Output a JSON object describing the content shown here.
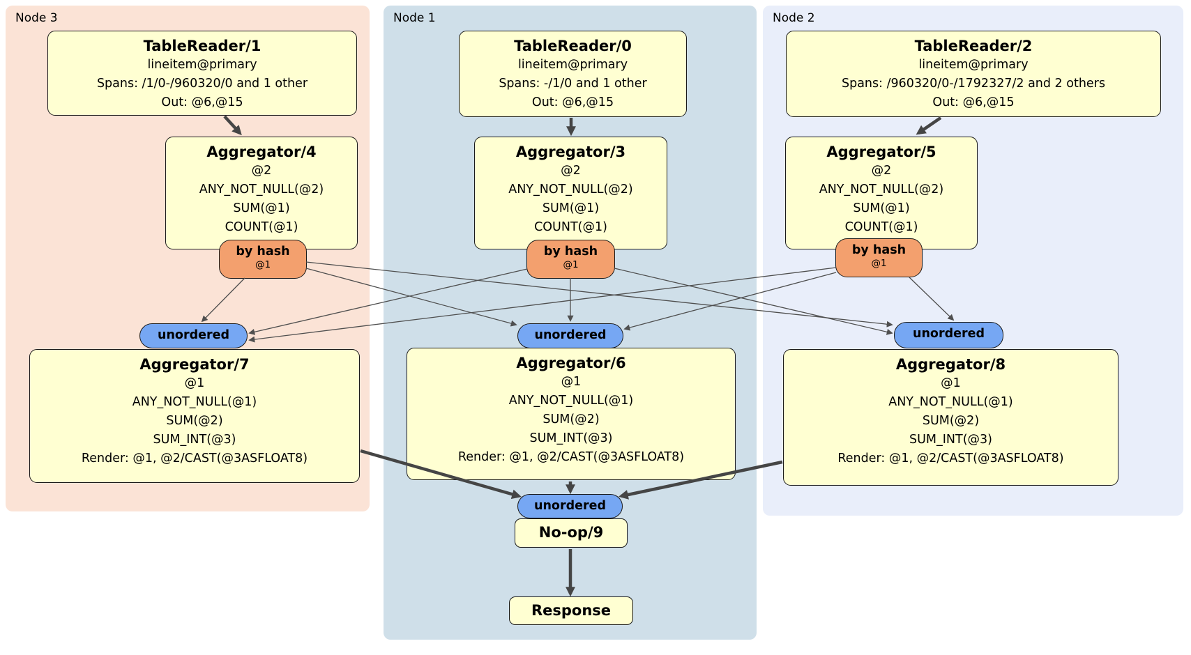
{
  "panels": [
    {
      "id": "node3",
      "label": "Node 3"
    },
    {
      "id": "node1",
      "label": "Node 1"
    },
    {
      "id": "node2",
      "label": "Node 2"
    }
  ],
  "processors": {
    "tablereader1": {
      "title": "TableReader/1",
      "lines": [
        "lineitem@primary",
        "Spans: /1/0-/960320/0 and 1 other",
        "Out: @6,@15"
      ]
    },
    "tablereader0": {
      "title": "TableReader/0",
      "lines": [
        "lineitem@primary",
        "Spans: -/1/0 and 1 other",
        "Out: @6,@15"
      ]
    },
    "tablereader2": {
      "title": "TableReader/2",
      "lines": [
        "lineitem@primary",
        "Spans: /960320/0-/1792327/2 and 2 others",
        "Out: @6,@15"
      ]
    },
    "aggregator4": {
      "title": "Aggregator/4",
      "lines": [
        "@2",
        "ANY_NOT_NULL(@2)",
        "SUM(@1)",
        "COUNT(@1)"
      ]
    },
    "aggregator3": {
      "title": "Aggregator/3",
      "lines": [
        "@2",
        "ANY_NOT_NULL(@2)",
        "SUM(@1)",
        "COUNT(@1)"
      ]
    },
    "aggregator5": {
      "title": "Aggregator/5",
      "lines": [
        "@2",
        "ANY_NOT_NULL(@2)",
        "SUM(@1)",
        "COUNT(@1)"
      ]
    },
    "aggregator7": {
      "title": "Aggregator/7",
      "lines": [
        "@1",
        "ANY_NOT_NULL(@1)",
        "SUM(@2)",
        "SUM_INT(@3)",
        "Render: @1, @2/CAST(@3ASFLOAT8)"
      ]
    },
    "aggregator6": {
      "title": "Aggregator/6",
      "lines": [
        "@1",
        "ANY_NOT_NULL(@1)",
        "SUM(@2)",
        "SUM_INT(@3)",
        "Render: @1, @2/CAST(@3ASFLOAT8)"
      ]
    },
    "aggregator8": {
      "title": "Aggregator/8",
      "lines": [
        "@1",
        "ANY_NOT_NULL(@1)",
        "SUM(@2)",
        "SUM_INT(@3)",
        "Render: @1, @2/CAST(@3ASFLOAT8)"
      ]
    },
    "noop9": {
      "title": "No-op/9"
    },
    "response": {
      "title": "Response"
    }
  },
  "routers": {
    "byhash": {
      "label": "by hash",
      "sub": "@1"
    },
    "unordered": {
      "label": "unordered"
    }
  },
  "edges": [
    {
      "from": "tablereader1",
      "to": "aggregator4",
      "kind": "thick"
    },
    {
      "from": "tablereader0",
      "to": "aggregator3",
      "kind": "thick"
    },
    {
      "from": "tablereader2",
      "to": "aggregator5",
      "kind": "thick"
    },
    {
      "from": "byhash4",
      "to": "unordered7",
      "kind": "thin"
    },
    {
      "from": "byhash4",
      "to": "unordered6",
      "kind": "thin"
    },
    {
      "from": "byhash4",
      "to": "unordered8",
      "kind": "thin"
    },
    {
      "from": "byhash3",
      "to": "unordered7",
      "kind": "thin"
    },
    {
      "from": "byhash3",
      "to": "unordered6",
      "kind": "thin"
    },
    {
      "from": "byhash3",
      "to": "unordered8",
      "kind": "thin"
    },
    {
      "from": "byhash5",
      "to": "unordered7",
      "kind": "thin"
    },
    {
      "from": "byhash5",
      "to": "unordered6",
      "kind": "thin"
    },
    {
      "from": "byhash5",
      "to": "unordered8",
      "kind": "thin"
    },
    {
      "from": "aggregator7",
      "to": "unordered9",
      "kind": "thick"
    },
    {
      "from": "aggregator6",
      "to": "unordered9",
      "kind": "thick"
    },
    {
      "from": "aggregator8",
      "to": "unordered9",
      "kind": "thick"
    },
    {
      "from": "noop9",
      "to": "response",
      "kind": "thick"
    }
  ],
  "colors": {
    "panel_node3": "#fbe3d6",
    "panel_node1": "#cfdfe9",
    "panel_node2": "#e9eefa",
    "processor_fill": "#ffffd2",
    "router_fill": "#f3a06e",
    "sync_fill": "#76a7f3",
    "edge": "#4f4f4f",
    "border": "#1a1a1a"
  }
}
